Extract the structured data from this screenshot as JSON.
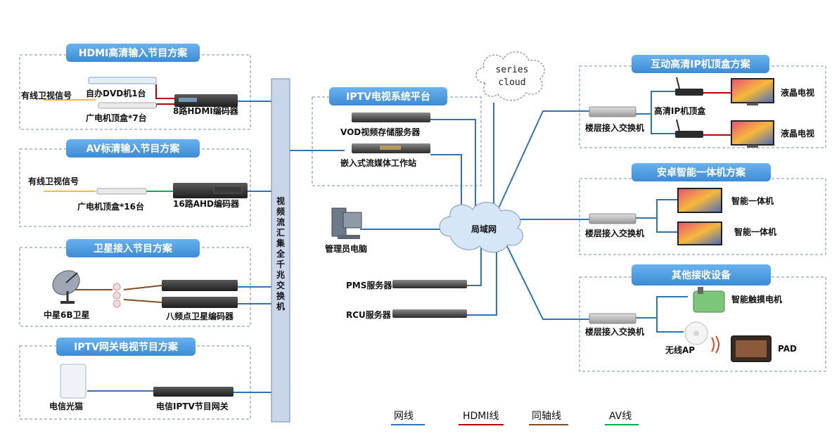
{
  "groups": {
    "hdmi": {
      "title": "HDMI高清输入节目方案",
      "signal": "有线卫视信号",
      "dvd": "自办DVD机1台",
      "stb": "广电机顶盒*7台",
      "encoder": "8路HDMI编码器"
    },
    "av": {
      "title": "AV标清输入节目方案",
      "signal": "有线卫视信号",
      "stb": "广电机顶盒*16台",
      "encoder": "16路AHD编码器"
    },
    "sat": {
      "title": "卫星接入节目方案",
      "dish": "中星6B卫星",
      "encoder": "八频点卫星编码器"
    },
    "iptv_gw": {
      "title": "IPTV网关电视节目方案",
      "modem": "电信光猫",
      "gateway": "电信IPTV节目网关"
    },
    "platform": {
      "title": "IPTV电视系统平台",
      "vod": "VOD视频存储服务器",
      "stream": "嵌入式流媒体工作站"
    },
    "interactive": {
      "title": "互动高清IP机顶盒方案",
      "switch": "楼层接入交换机",
      "stb": "高清IP机顶盒",
      "tv1": "液晶电视",
      "tv2": "液晶电视"
    },
    "android": {
      "title": "安卓智能一体机方案",
      "switch": "楼层接入交换机",
      "aio1": "智能一体机",
      "aio2": "智能一体机"
    },
    "other": {
      "title": "其他接收设备",
      "switch": "楼层接入交换机",
      "touch": "智能触摸电机",
      "ap": "无线AP",
      "pad": "PAD"
    }
  },
  "core": {
    "switch": "视频流汇集全千兆交换机",
    "cloud_top_line1": "series",
    "cloud_top_line2": "cloud",
    "lan": "局域网",
    "admin_pc": "管理员电脑",
    "pms": "PMS服务器",
    "rcu": "RCU服务器"
  },
  "legend": [
    {
      "label": "网线",
      "color": "#2e75b6"
    },
    {
      "label": "HDMI线",
      "color": "#c00000"
    },
    {
      "label": "同轴线",
      "color": "#7f4f24"
    },
    {
      "label": "AV线",
      "color": "#00b050"
    }
  ],
  "colors": {
    "title_fill": "#4a9ae0",
    "network": "#2e75b6",
    "hdmi": "#c00000",
    "coax": "#7f4f24",
    "av": "#00b050",
    "signal": "#f2c02b",
    "dashed_border": "#6f8faf",
    "core_switch": "#c9d6ea"
  },
  "icons": [
    "satellite-dish-icon",
    "rack-server-icon",
    "network-switch-icon",
    "pc-icon",
    "router-icon",
    "tv-icon",
    "wifi-ap-icon",
    "tablet-icon",
    "cloud-icon"
  ]
}
